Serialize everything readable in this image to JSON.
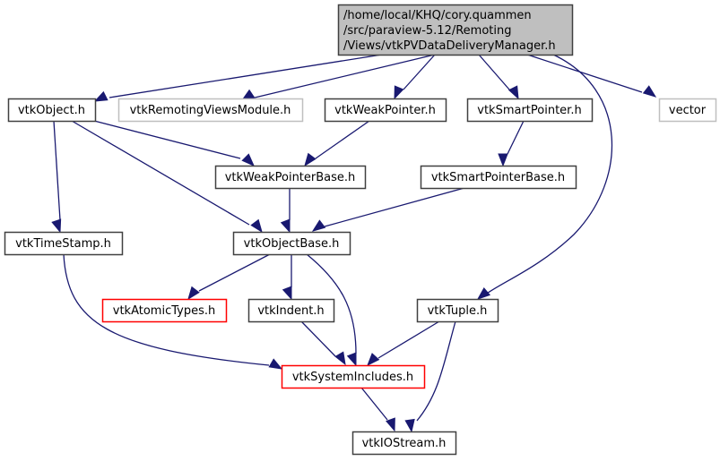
{
  "graph": {
    "type": "include-dependency-graph",
    "colors": {
      "edge": "#191970",
      "root_fill": "#bfbfbf",
      "root_border": "#404040",
      "node_border": "#404040",
      "external_border": "#bfbfbf",
      "incomplete_border": "#ff0000"
    },
    "nodes": {
      "root": {
        "lines": [
          "/home/local/KHQ/cory.quammen",
          "/src/paraview-5.12/Remoting",
          "/Views/vtkPVDataDeliveryManager.h"
        ],
        "style": "root"
      },
      "vtkObject": {
        "label": "vtkObject.h",
        "style": "normal"
      },
      "vtkRemotingViewsModule": {
        "label": "vtkRemotingViewsModule.h",
        "style": "external"
      },
      "vtkWeakPointer": {
        "label": "vtkWeakPointer.h",
        "style": "normal"
      },
      "vtkSmartPointer": {
        "label": "vtkSmartPointer.h",
        "style": "normal"
      },
      "vector": {
        "label": "vector",
        "style": "external"
      },
      "vtkWeakPointerBase": {
        "label": "vtkWeakPointerBase.h",
        "style": "normal"
      },
      "vtkSmartPointerBase": {
        "label": "vtkSmartPointerBase.h",
        "style": "normal"
      },
      "vtkTimeStamp": {
        "label": "vtkTimeStamp.h",
        "style": "normal"
      },
      "vtkObjectBase": {
        "label": "vtkObjectBase.h",
        "style": "normal"
      },
      "vtkAtomicTypes": {
        "label": "vtkAtomicTypes.h",
        "style": "incomplete"
      },
      "vtkIndent": {
        "label": "vtkIndent.h",
        "style": "normal"
      },
      "vtkTuple": {
        "label": "vtkTuple.h",
        "style": "normal"
      },
      "vtkSystemIncludes": {
        "label": "vtkSystemIncludes.h",
        "style": "incomplete"
      },
      "vtkIOStream": {
        "label": "vtkIOStream.h",
        "style": "normal"
      }
    },
    "edges": [
      [
        "root",
        "vtkObject"
      ],
      [
        "root",
        "vtkRemotingViewsModule"
      ],
      [
        "root",
        "vtkWeakPointer"
      ],
      [
        "root",
        "vtkSmartPointer"
      ],
      [
        "root",
        "vector"
      ],
      [
        "root",
        "vtkTuple"
      ],
      [
        "vtkObject",
        "vtkWeakPointerBase"
      ],
      [
        "vtkObject",
        "vtkObjectBase"
      ],
      [
        "vtkObject",
        "vtkTimeStamp"
      ],
      [
        "vtkWeakPointer",
        "vtkWeakPointerBase"
      ],
      [
        "vtkSmartPointer",
        "vtkSmartPointerBase"
      ],
      [
        "vtkWeakPointerBase",
        "vtkObjectBase"
      ],
      [
        "vtkSmartPointerBase",
        "vtkObjectBase"
      ],
      [
        "vtkObjectBase",
        "vtkAtomicTypes"
      ],
      [
        "vtkObjectBase",
        "vtkIndent"
      ],
      [
        "vtkObjectBase",
        "vtkSystemIncludes"
      ],
      [
        "vtkTimeStamp",
        "vtkSystemIncludes"
      ],
      [
        "vtkIndent",
        "vtkSystemIncludes"
      ],
      [
        "vtkTuple",
        "vtkSystemIncludes"
      ],
      [
        "vtkTuple",
        "vtkIOStream"
      ],
      [
        "vtkSystemIncludes",
        "vtkIOStream"
      ]
    ]
  }
}
